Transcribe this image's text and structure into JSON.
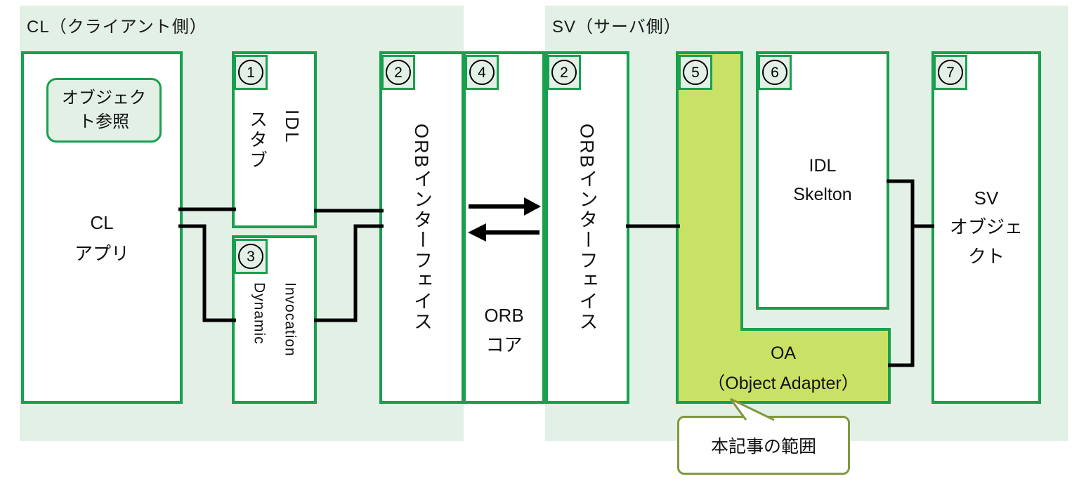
{
  "panels": {
    "client": {
      "label": "CL（クライアント側）"
    },
    "server": {
      "label": "SV（サーバ側）"
    }
  },
  "boxes": {
    "cl_app": {
      "label": "CL\nアプリ",
      "object_reference": "オブジェクト参照"
    },
    "idl_stub": {
      "number": "1",
      "label": "IDL\nスタブ"
    },
    "dynamic_invocation": {
      "number": "3",
      "label": "Dynamic\nInvocation"
    },
    "orb_interface_client": {
      "number": "2",
      "label": "ORBインターフェイス"
    },
    "orb_core": {
      "number": "4",
      "label": "ORB\nコア"
    },
    "orb_interface_server": {
      "number": "2",
      "label": "ORBインターフェイス"
    },
    "object_adapter": {
      "number": "5",
      "label": "OA\n（Object Adapter）"
    },
    "idl_skelton": {
      "number": "6",
      "label": "IDL\nSkelton"
    },
    "sv_object": {
      "number": "7",
      "label": "SV\nオブジェクト"
    }
  },
  "callout": {
    "label": "本記事の範囲"
  },
  "colors": {
    "box_border": "#18a04f",
    "panel_bg": "#e3f0e6",
    "oa_fill": "#c9e265",
    "callout_border": "#80993f",
    "connector": "#000000"
  }
}
